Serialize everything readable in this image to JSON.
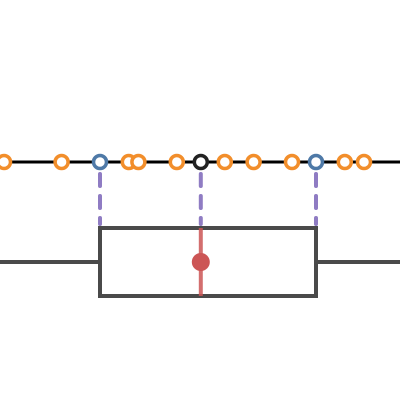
{
  "chart_data": {
    "type": "boxplot-diagram",
    "domain": [
      -1,
      15
    ],
    "points": [
      0,
      2.4,
      4,
      5.2,
      5.6,
      7.2,
      8.2,
      9.2,
      10.4,
      12,
      13,
      14.2,
      15
    ],
    "quartiles": {
      "q1": 4,
      "median": 8.2,
      "q3": 13
    },
    "mean": 8.2,
    "colors": {
      "data_point": "#f28e2b",
      "quartile_point": "#4e79a7",
      "median_point": "#222222",
      "connector": "#8f7cc3",
      "box": "#4a4a4a",
      "mean": "#cc5555",
      "axis": "#000000"
    }
  }
}
